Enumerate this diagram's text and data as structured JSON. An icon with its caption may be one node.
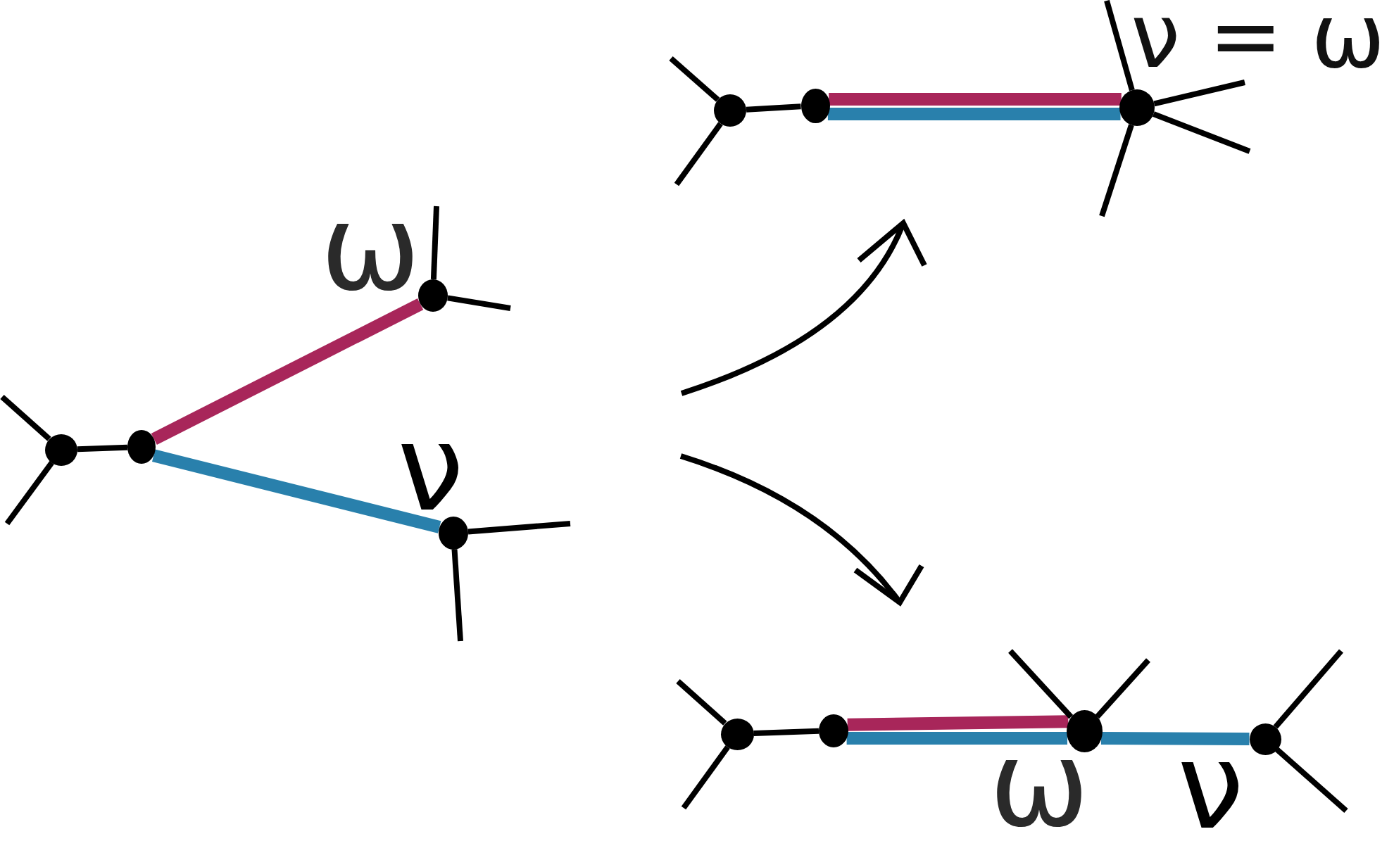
{
  "diagram": {
    "nodes": [
      {
        "text": [],
        "shape": "circle"
      },
      {
        "text": [],
        "shape": "circle"
      },
      {
        "text": [],
        "shape": "circle",
        "beside": [
          "ω"
        ]
      },
      {
        "text": [],
        "shape": "circle",
        "beside": [
          "ν"
        ]
      },
      {
        "text": [],
        "shape": "circle"
      },
      {
        "text": [],
        "shape": "circle"
      },
      {
        "text": [],
        "shape": "circle",
        "beside": [
          "ν = ω"
        ]
      },
      {
        "text": [],
        "shape": "circle"
      },
      {
        "text": [],
        "shape": "circle"
      },
      {
        "text": [],
        "shape": "circle",
        "beside": [
          "ω"
        ]
      },
      {
        "text": [],
        "shape": "circle",
        "beside": [
          "ν"
        ]
      }
    ],
    "edges": [
      {
        "from": 0,
        "to": 1,
        "arrow": "none"
      },
      {
        "from": 1,
        "to": 2,
        "arrow": "none",
        "style": "thick",
        "color": "#a8265a"
      },
      {
        "from": 1,
        "to": 3,
        "arrow": "none",
        "style": "thick",
        "color": "#2980ac"
      },
      {
        "from": 0,
        "to": null,
        "arrow": "none"
      },
      {
        "from": 0,
        "to": null,
        "arrow": "none"
      },
      {
        "from": 2,
        "to": null,
        "arrow": "none"
      },
      {
        "from": 2,
        "to": null,
        "arrow": "none"
      },
      {
        "from": 3,
        "to": null,
        "arrow": "none"
      },
      {
        "from": 3,
        "to": null,
        "arrow": "none"
      },
      {
        "from": 4,
        "to": 5,
        "arrow": "none"
      },
      {
        "from": 5,
        "to": 6,
        "arrow": "none",
        "style": "thick",
        "color": "#a8265a"
      },
      {
        "from": 5,
        "to": 6,
        "arrow": "none",
        "style": "thick",
        "color": "#2980ac"
      },
      {
        "from": 4,
        "to": null,
        "arrow": "none"
      },
      {
        "from": 4,
        "to": null,
        "arrow": "none"
      },
      {
        "from": 6,
        "to": null,
        "arrow": "none"
      },
      {
        "from": 6,
        "to": null,
        "arrow": "none"
      },
      {
        "from": 6,
        "to": null,
        "arrow": "none"
      },
      {
        "from": 6,
        "to": null,
        "arrow": "none"
      },
      {
        "from": 7,
        "to": 8,
        "arrow": "none"
      },
      {
        "from": 8,
        "to": 9,
        "arrow": "none",
        "style": "thick",
        "color": "#a8265a"
      },
      {
        "from": 8,
        "to": 9,
        "arrow": "none",
        "style": "thick",
        "color": "#2980ac"
      },
      {
        "from": 9,
        "to": 10,
        "arrow": "none",
        "style": "thick",
        "color": "#2980ac"
      },
      {
        "from": 7,
        "to": null,
        "arrow": "none"
      },
      {
        "from": 7,
        "to": null,
        "arrow": "none"
      },
      {
        "from": 9,
        "to": null,
        "arrow": "none"
      },
      {
        "from": 9,
        "to": null,
        "arrow": "none"
      },
      {
        "from": 10,
        "to": null,
        "arrow": "none"
      },
      {
        "from": 10,
        "to": null,
        "arrow": "none"
      }
    ]
  }
}
